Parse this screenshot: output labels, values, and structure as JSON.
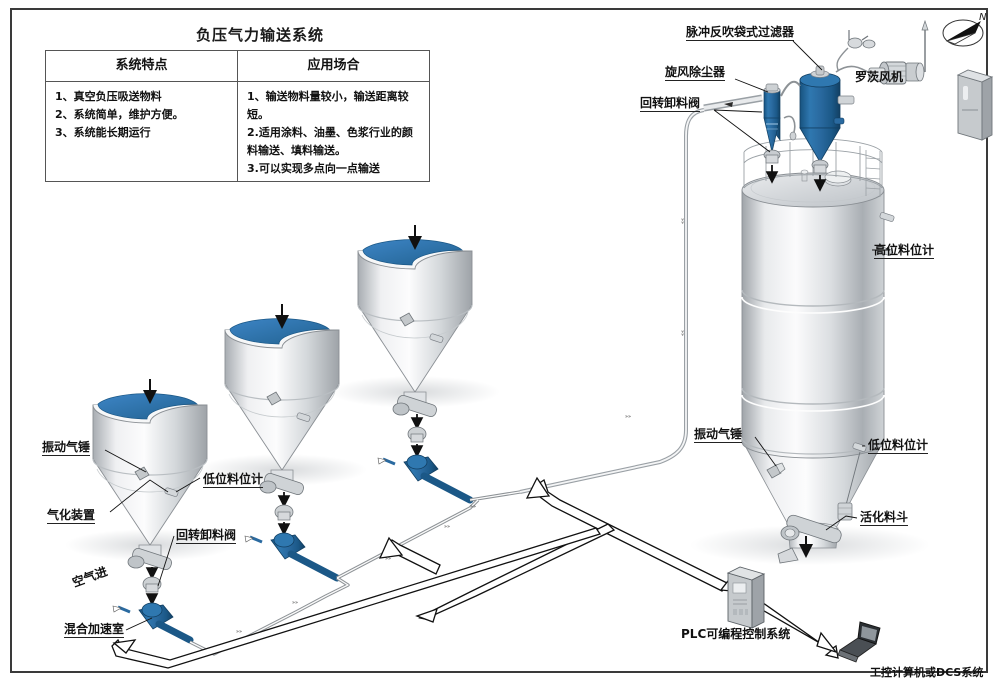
{
  "document": {
    "title": "负压气力输送系统",
    "frame_color": "#3a3a3a",
    "accent_blue": "#2a6aa0",
    "hopper_rim_blue": "#2e75b5",
    "metal_light": "#f2f3f4",
    "metal_mid": "#c9ccd0",
    "metal_dark": "#8d9296"
  },
  "spec_table": {
    "columns": [
      {
        "header": "系统特点",
        "items": [
          "1、真空负压吸送物料",
          "2、系统简单，维护方便。",
          "3、系统能长期运行"
        ]
      },
      {
        "header": "应用场合",
        "items": [
          "1、输送物料量较小，输送距离较短。",
          "2.适用涂料、油墨、色浆行业的颜料输送、填料输送。",
          "3.可以实现多点向一点输送"
        ]
      }
    ]
  },
  "labels": {
    "pulse_jet_filter": "脉冲反吹袋式过滤器",
    "cyclone_separator": "旋风除尘器",
    "rotary_valve_top": "回转卸料阀",
    "roots_blower": "罗茨风机",
    "high_level_gauge": "高位料位计",
    "low_level_gauge_silo": "低位料位计",
    "vibrating_hammer_silo": "振动气锤",
    "activation_hopper": "活化料斗",
    "vibrating_hammer_hopper": "振动气锤",
    "fluidizing_device": "气化装置",
    "low_level_gauge_hopper": "低位料位计",
    "rotary_valve_hopper": "回转卸料阀",
    "air_inlet": "空气进",
    "mixing_chamber": "混合加速室",
    "plc_system": "PLC可编程控制系统",
    "dcs_system": "工控计算机或DCS系统",
    "compass_north": "N"
  },
  "icons": {
    "compass": "compass-rose-icon",
    "blower": "roots-blower-icon",
    "cabinet": "control-cabinet-icon",
    "plc": "plc-cabinet-icon",
    "laptop": "laptop-icon",
    "arrow_down": "arrow-down-icon",
    "arrow_signal": "hollow-arrow-icon"
  }
}
